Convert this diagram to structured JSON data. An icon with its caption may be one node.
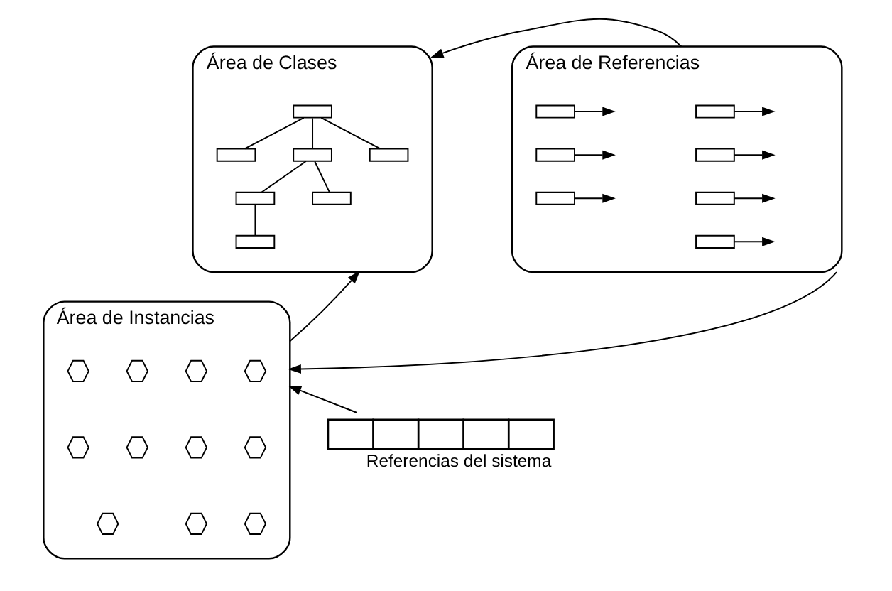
{
  "diagram": {
    "nodes": [
      {
        "text": [
          "Área de Clases"
        ]
      },
      {
        "text": [],
        "shape": "box",
        "in": 0
      },
      {
        "text": [],
        "shape": "box",
        "in": 0
      },
      {
        "text": [],
        "shape": "box",
        "in": 0
      },
      {
        "text": [],
        "shape": "box",
        "in": 0
      },
      {
        "text": [],
        "shape": "box",
        "in": 0
      },
      {
        "text": [],
        "shape": "box",
        "in": 0
      },
      {
        "text": [],
        "shape": "box",
        "in": 0
      },
      {
        "text": [
          "Área de Referencias"
        ]
      },
      {
        "text": [],
        "shape": "box",
        "in": 8
      },
      {
        "text": [],
        "shape": "box",
        "in": 8
      },
      {
        "text": [],
        "shape": "box",
        "in": 8
      },
      {
        "text": [],
        "shape": "box",
        "in": 8
      },
      {
        "text": [],
        "shape": "box",
        "in": 8
      },
      {
        "text": [],
        "shape": "box",
        "in": 8
      },
      {
        "text": [],
        "shape": "box",
        "in": 8
      },
      {
        "text": [
          "Área de Instancias"
        ]
      },
      {
        "text": [],
        "shape": "hexagon",
        "in": 16
      },
      {
        "text": [],
        "shape": "hexagon",
        "in": 16
      },
      {
        "text": [],
        "shape": "hexagon",
        "in": 16
      },
      {
        "text": [],
        "shape": "hexagon",
        "in": 16
      },
      {
        "text": [],
        "shape": "hexagon",
        "in": 16
      },
      {
        "text": [],
        "shape": "hexagon",
        "in": 16
      },
      {
        "text": [],
        "shape": "hexagon",
        "in": 16
      },
      {
        "text": [],
        "shape": "hexagon",
        "in": 16
      },
      {
        "text": [],
        "shape": "hexagon",
        "in": 16
      },
      {
        "text": [],
        "shape": "hexagon",
        "in": 16
      },
      {
        "text": [],
        "shape": "hexagon",
        "in": 16
      },
      {
        "text": [],
        "shape": "bar",
        "beside": [
          "Referencias del sistema"
        ]
      }
    ],
    "edges": [
      {
        "from": 1,
        "to": 2,
        "arrow": "none"
      },
      {
        "from": 1,
        "to": 3,
        "arrow": "none"
      },
      {
        "from": 1,
        "to": 4,
        "arrow": "none"
      },
      {
        "from": 3,
        "to": 5,
        "arrow": "none"
      },
      {
        "from": 3,
        "to": 6,
        "arrow": "none"
      },
      {
        "from": 5,
        "to": 7,
        "arrow": "none"
      },
      {
        "from": 9,
        "to": null,
        "arrow": "to"
      },
      {
        "from": 10,
        "to": null,
        "arrow": "to"
      },
      {
        "from": 11,
        "to": null,
        "arrow": "to"
      },
      {
        "from": 12,
        "to": null,
        "arrow": "to"
      },
      {
        "from": 13,
        "to": null,
        "arrow": "to"
      },
      {
        "from": 14,
        "to": null,
        "arrow": "to"
      },
      {
        "from": 15,
        "to": null,
        "arrow": "to"
      },
      {
        "from": 8,
        "to": 0,
        "arrow": "to"
      },
      {
        "from": 8,
        "to": 16,
        "arrow": "to"
      },
      {
        "from": 16,
        "to": 0,
        "arrow": "to"
      },
      {
        "from": 28,
        "to": 16,
        "arrow": "to"
      }
    ]
  }
}
